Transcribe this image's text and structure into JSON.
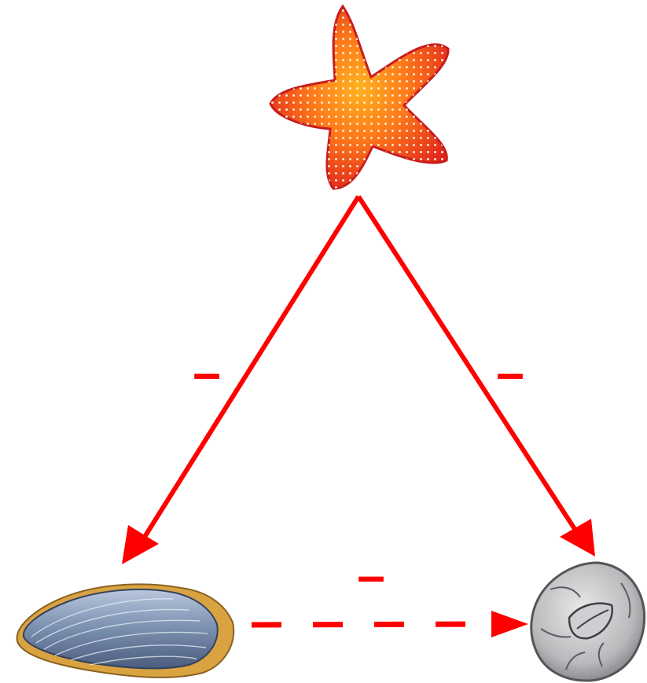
{
  "diagram": {
    "organisms": [
      {
        "id": "starfish",
        "icon": "starfish-icon"
      },
      {
        "id": "mussel",
        "icon": "mussel-icon"
      },
      {
        "id": "barnacle",
        "icon": "barnacle-icon"
      }
    ],
    "interactions": [
      {
        "from": "starfish",
        "to": "mussel",
        "style": "solid",
        "sign": "–"
      },
      {
        "from": "starfish",
        "to": "barnacle",
        "style": "solid",
        "sign": "–"
      },
      {
        "from": "mussel",
        "to": "barnacle",
        "style": "dashed",
        "sign": "–"
      }
    ],
    "arrow_color": "#ff0000"
  }
}
